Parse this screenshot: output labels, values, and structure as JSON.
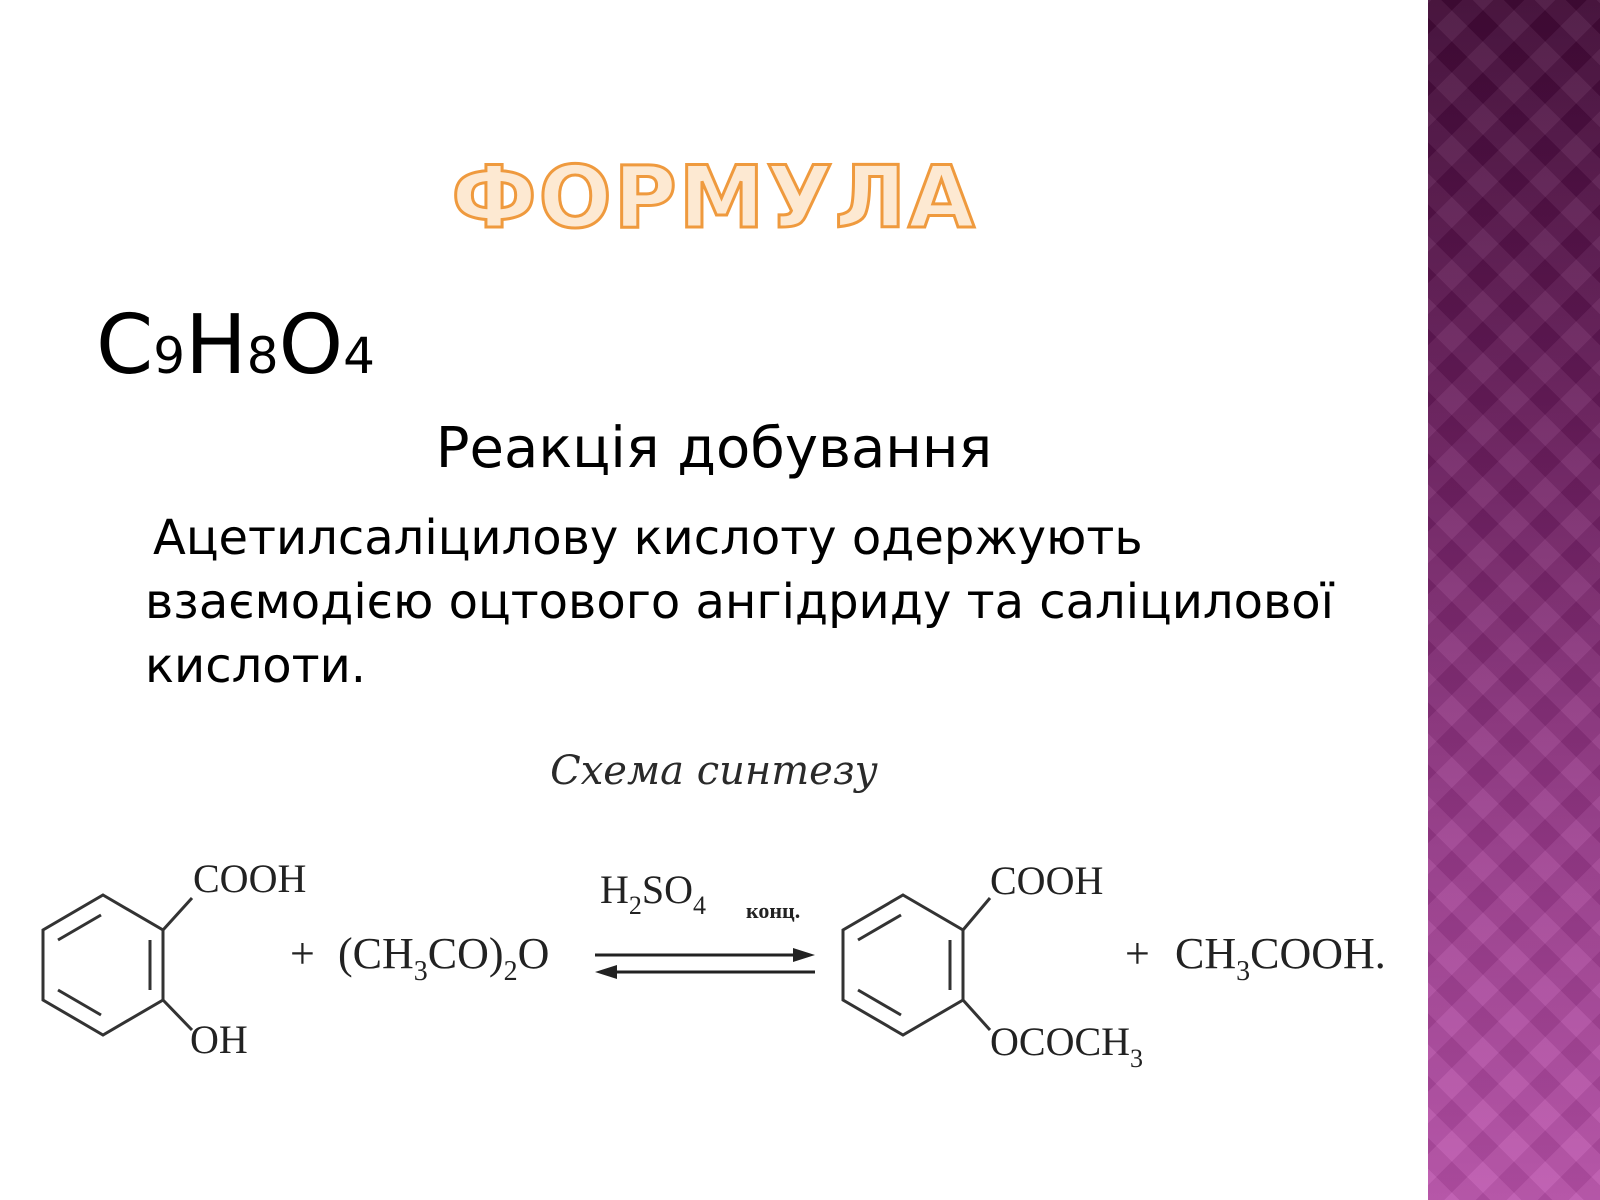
{
  "title": "ФОРМУЛА",
  "formula": {
    "c": "C",
    "c_n": "9",
    "h": "H",
    "h_n": "8",
    "o": "O",
    "o_n": "4"
  },
  "subtitle": "Реакція добування",
  "paragraph": "Ацетилсаліцилову кислоту одержують взаємодією оцтового ангідриду та саліцилової кислоти.",
  "scheme": {
    "caption": "Схема синтезу",
    "reactant_top": "COOH",
    "reactant_bottom": "OH",
    "plus_1": "+",
    "reagent_pre": "(CH",
    "reagent_sub1": "3",
    "reagent_mid": "CO)",
    "reagent_sub2": "2",
    "reagent_post": "O",
    "catalyst_h": "H",
    "catalyst_h_sub": "2",
    "catalyst_so": "SO",
    "catalyst_so_sub": "4",
    "catalyst_note": "конц.",
    "product_top": "COOH",
    "product_bottom_pre": "OCOCH",
    "product_bottom_sub": "3",
    "plus_2": "+",
    "byproduct_pre": "CH",
    "byproduct_sub": "3",
    "byproduct_post": "COOH."
  },
  "colors": {
    "title_fill": "#fde9d2",
    "title_stroke": "#ef9a3e",
    "band_top": "#420a37",
    "band_bottom": "#bb52ac"
  }
}
